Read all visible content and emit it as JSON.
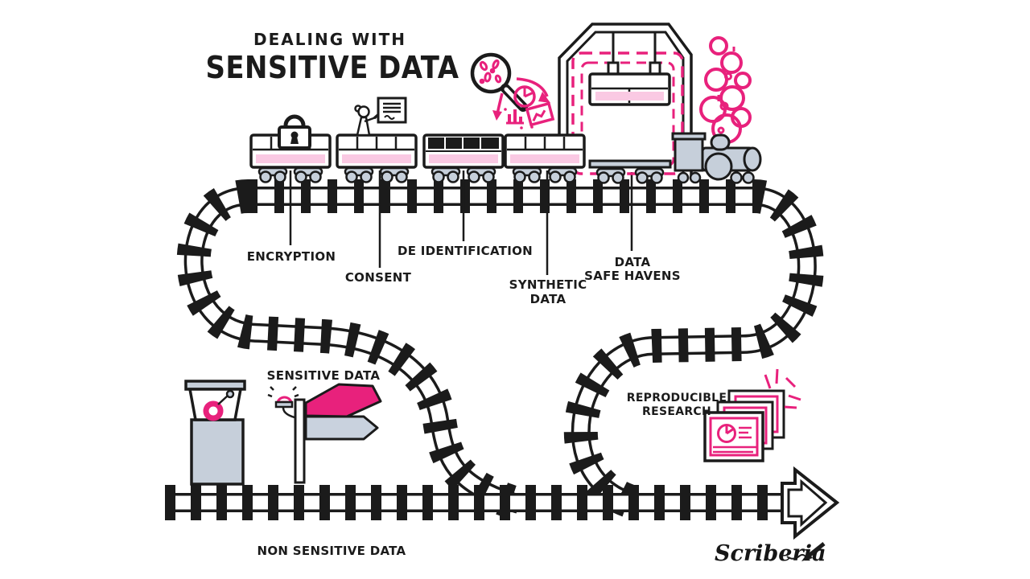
{
  "title": {
    "line1": "DEALING WITH",
    "line2": "SENSITIVE DATA"
  },
  "wagons": [
    {
      "name": "encryption",
      "label_lines": [
        "ENCRYPTION"
      ]
    },
    {
      "name": "consent",
      "label_lines": [
        "CONSENT"
      ]
    },
    {
      "name": "de-identification",
      "label_lines": [
        "DE IDENTIFICATION"
      ]
    },
    {
      "name": "synthetic-data",
      "label_lines": [
        "SYNTHETIC",
        "DATA"
      ]
    },
    {
      "name": "data-safe-havens",
      "label_lines": [
        "DATA",
        "SAFE HAVENS"
      ]
    }
  ],
  "tracks": {
    "sensitive_label": "SENSITIVE DATA",
    "non_sensitive_label": "NON SENSITIVE DATA"
  },
  "research": {
    "label_lines": [
      "REPRODUCIBLE",
      "RESEARCH"
    ]
  },
  "signature": {
    "text": "Scriberia"
  },
  "icons": [
    "padlock-icon",
    "magnifier-icon",
    "pie-chart-icon",
    "bar-chart-icon",
    "photo-icon",
    "signal-lamp-icon",
    "signpost-icon",
    "sparkle-icon",
    "pen-icon",
    "arrow-icon"
  ],
  "colors": {
    "ink": "#1b1b1b",
    "magenta": "#e8217c",
    "light_pink": "#fac9e3",
    "grey": "#c6cfda",
    "background": "#ffffff"
  }
}
